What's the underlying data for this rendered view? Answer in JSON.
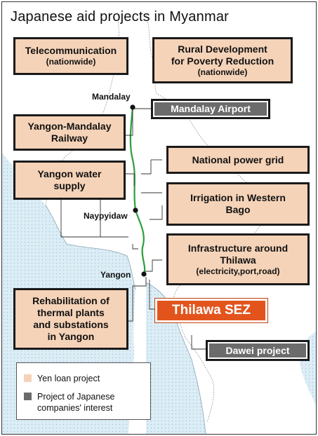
{
  "title": "Japanese aid projects in Myanmar",
  "cities": {
    "mandalay": "Mandalay",
    "naypyidaw": "Naypyidaw",
    "yangon": "Yangon"
  },
  "projects": {
    "telecom": {
      "line1": "Telecommunication",
      "line2": "(nationwide)"
    },
    "rural": {
      "line1": "Rural Development",
      "line2": "for Poverty Reduction",
      "line3": "(nationwide)"
    },
    "mandalay_airport": {
      "label": "Mandalay Airport"
    },
    "railway": {
      "line1": "Yangon-Mandalay",
      "line2": "Railway"
    },
    "power_grid": {
      "label": "National power grid"
    },
    "water": {
      "line1": "Yangon water",
      "line2": "supply"
    },
    "irrigation": {
      "line1": "Irrigation in Western",
      "line2": "Bago"
    },
    "infra": {
      "line1": "Infrastructure around",
      "line2": "Thilawa",
      "line3": "(electricity,port,road)"
    },
    "thermal": {
      "line1": "Rehabilitation of",
      "line2": "thermal plants",
      "line3": "and substations",
      "line4": "in Yangon"
    },
    "thilawa": {
      "label": "Thilawa SEZ"
    },
    "dawei": {
      "label": "Dawei project"
    }
  },
  "legend": {
    "yen_loan": "Yen loan project",
    "japanese_interest_line1": "Project of Japanese",
    "japanese_interest_line2": "companies' interest"
  },
  "colors": {
    "yen_loan": "#f5d3b8",
    "japanese_interest": "#6b6b6b",
    "thilawa": "#e3541c",
    "sea": "#d9edf6",
    "railway": "#2e9e3a"
  }
}
